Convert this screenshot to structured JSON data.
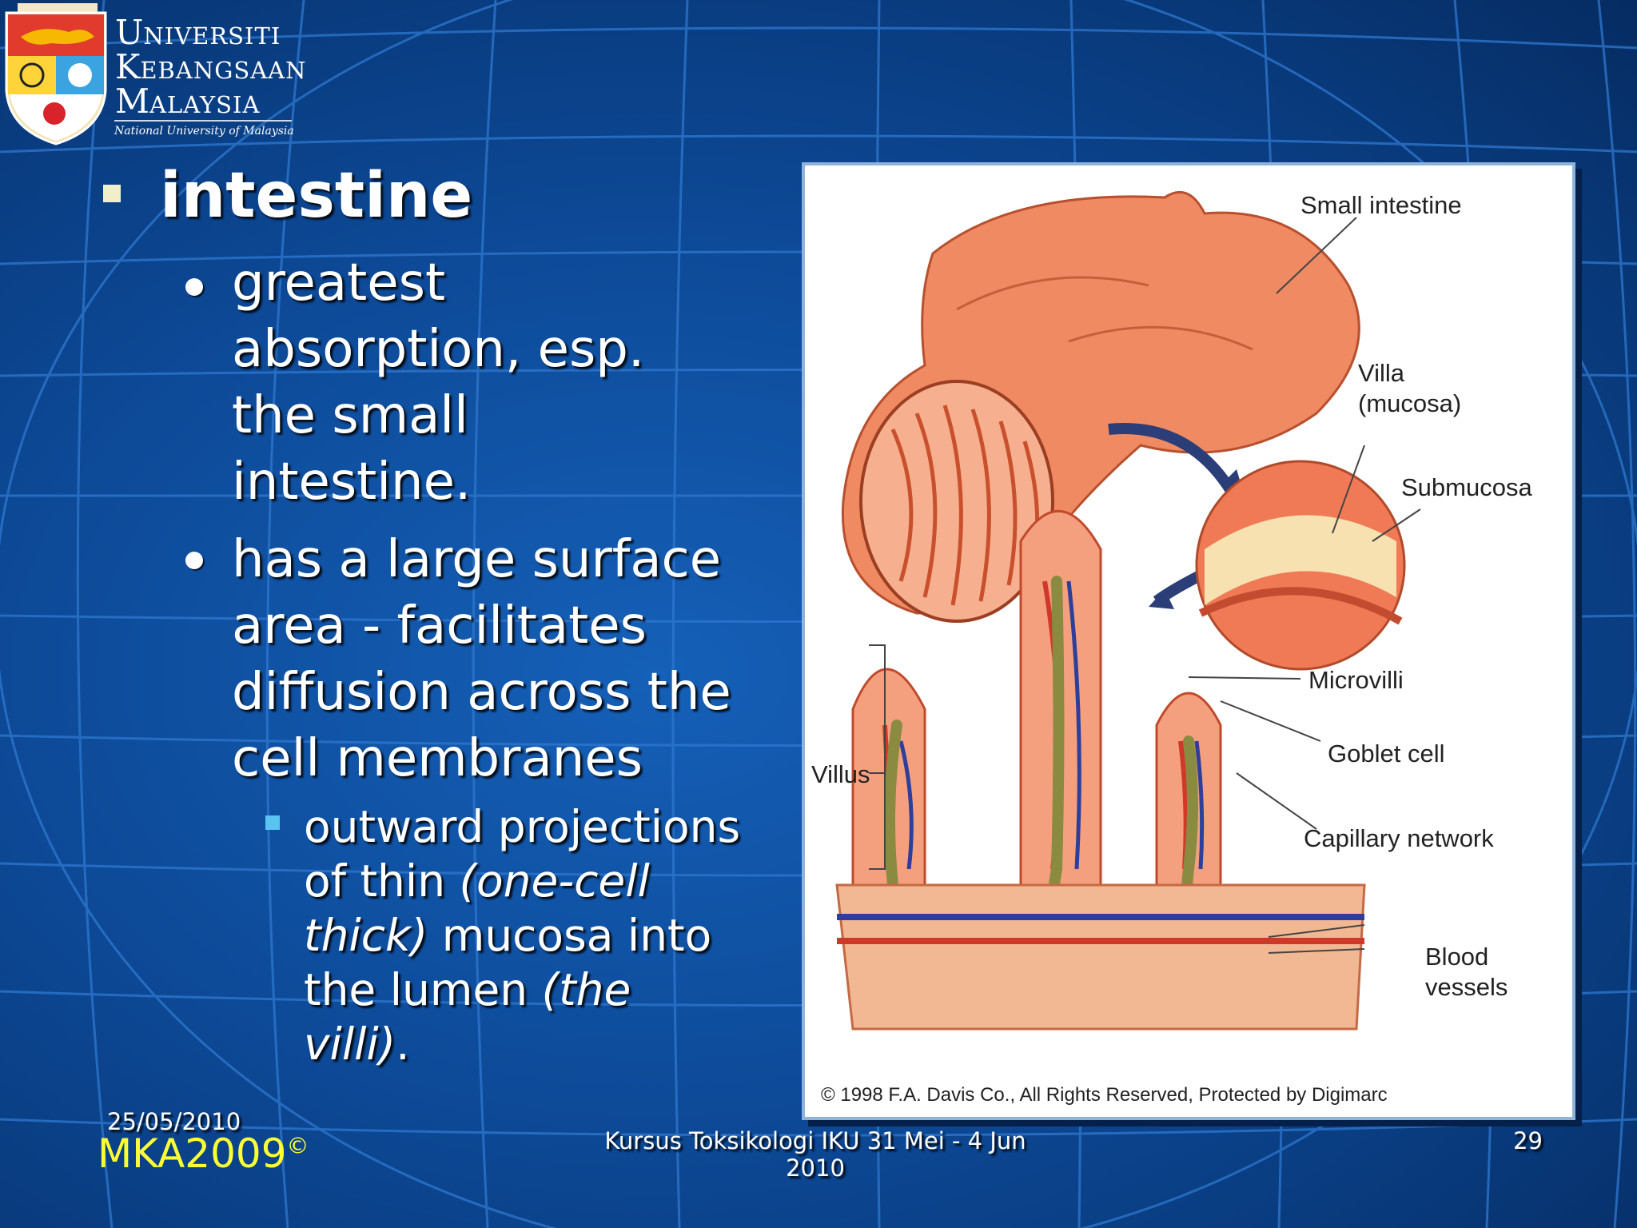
{
  "logo": {
    "line1_cap": "U",
    "line1_rest": "NIVERSITI",
    "line2_cap": "K",
    "line2_rest": "EBANGSAAN",
    "line3_cap": "M",
    "line3_rest": "ALAYSIA",
    "subtitle": "National University of Malaysia"
  },
  "slide": {
    "heading": "intestine",
    "bullet1_lines": [
      "greatest",
      "absorption, esp.",
      "the small",
      "intestine."
    ],
    "bullet2_lines": [
      "has a large surface",
      "area - facilitates",
      "diffusion across the",
      "cell membranes"
    ],
    "sub": {
      "l1": "outward projections",
      "l2a": "of thin ",
      "l2b": "(one-cell",
      "l3a": "thick)",
      "l3b": " mucosa into",
      "l4a": "the lumen ",
      "l4b": "(the",
      "l5a": "villi)",
      "l5b": "."
    }
  },
  "figure": {
    "labels": {
      "small_intestine": "Small intestine",
      "villa1": "Villa",
      "villa2": "(mucosa)",
      "submucosa": "Submucosa",
      "microvilli": "Microvilli",
      "goblet": "Goblet cell",
      "capillary": "Capillary network",
      "villus": "Villus",
      "blood1": "Blood",
      "blood2": "vessels",
      "copyright": "© 1998 F.A. Davis Co.,  All Rights Reserved, Protected by Digimarc"
    }
  },
  "footer": {
    "date": "25/05/2010",
    "mka": "MKA2009",
    "mka_symbol": "©",
    "course_l1": "Kursus Toksikologi IKU 31 Mei - 4 Jun",
    "course_l2": "2010",
    "page": "29"
  },
  "colors": {
    "background": "#0d4a98",
    "heading_bullet": "#f2eec8",
    "sub_bullet": "#5ac4f0",
    "mka_text": "#ffff33"
  }
}
